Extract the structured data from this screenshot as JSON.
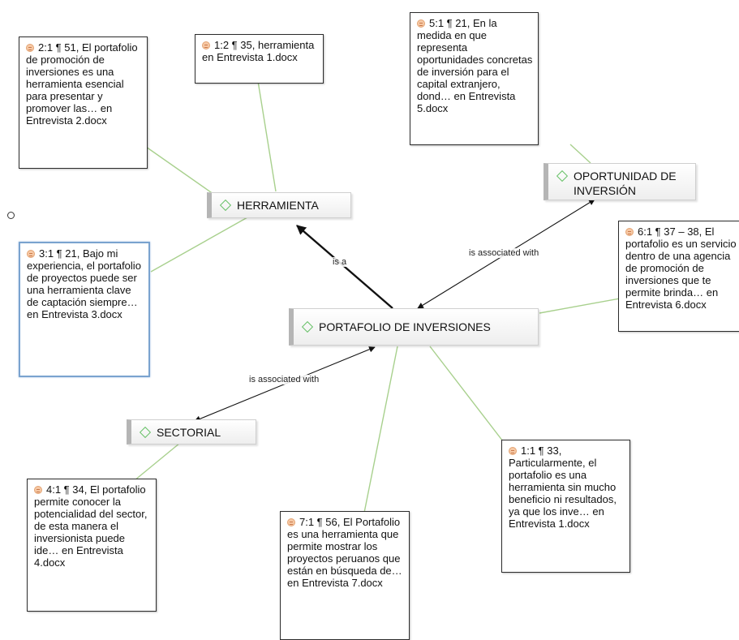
{
  "codes": {
    "herramienta": "HERRAMIENTA",
    "oportunidad": "OPORTUNIDAD DE INVERSIÓN",
    "portafolio": "PORTAFOLIO DE INVERSIONES",
    "sectorial": "SECTORIAL"
  },
  "quotes": {
    "q1_1": {
      "ref": "1:1  ¶ 33,",
      "text": "Particularmente, el portafolio es una herramienta sin mucho beneficio ni resultados, ya que los inve… en Entrevista 1.docx"
    },
    "q1_2": {
      "ref": "1:2  ¶ 35,",
      "text": "herramienta en Entrevista 1.docx"
    },
    "q2_1": {
      "ref": "2:1  ¶ 51, El",
      "text": "portafolio de promoción de inversiones es una herramienta esencial para presentar y promover las… en Entrevista 2.docx"
    },
    "q3_1": {
      "ref": "3:1  ¶ 21, Bajo",
      "text": "mi experiencia, el portafolio de proyectos puede ser una herramienta clave de captación siempre… en Entrevista 3.docx"
    },
    "q4_1": {
      "ref": "4:1  ¶ 34, El",
      "text": "portafolio permite conocer la potencialidad del sector, de esta manera el inversionista puede ide… en Entrevista 4.docx"
    },
    "q5_1": {
      "ref": "5:1  ¶ 21, En la",
      "text": "medida en que representa oportunidades concretas de inversión para el capital extranjero, dond… en Entrevista 5.docx"
    },
    "q6_1": {
      "ref": "6:1  ¶ 37 – 38, El",
      "text": "portafolio es un servicio dentro de una agencia de promoción de inversiones que te permite brinda… en Entrevista 6.docx"
    },
    "q7_1": {
      "ref": "7:1  ¶ 56, El",
      "text": "Portafolio es una herramienta que permite mostrar los proyectos peruanos que están en búsqueda de… en Entrevista 7.docx"
    }
  },
  "relations": {
    "is_a": "is a",
    "assoc_oportunidad": "is associated with",
    "assoc_sectorial": "is associated with"
  },
  "colors": {
    "link": "#a8d08d",
    "relation": "#111111",
    "code_diamond": "#67c167",
    "selection": "#7aa3cf",
    "quote_icon": "#f6c8a4"
  }
}
